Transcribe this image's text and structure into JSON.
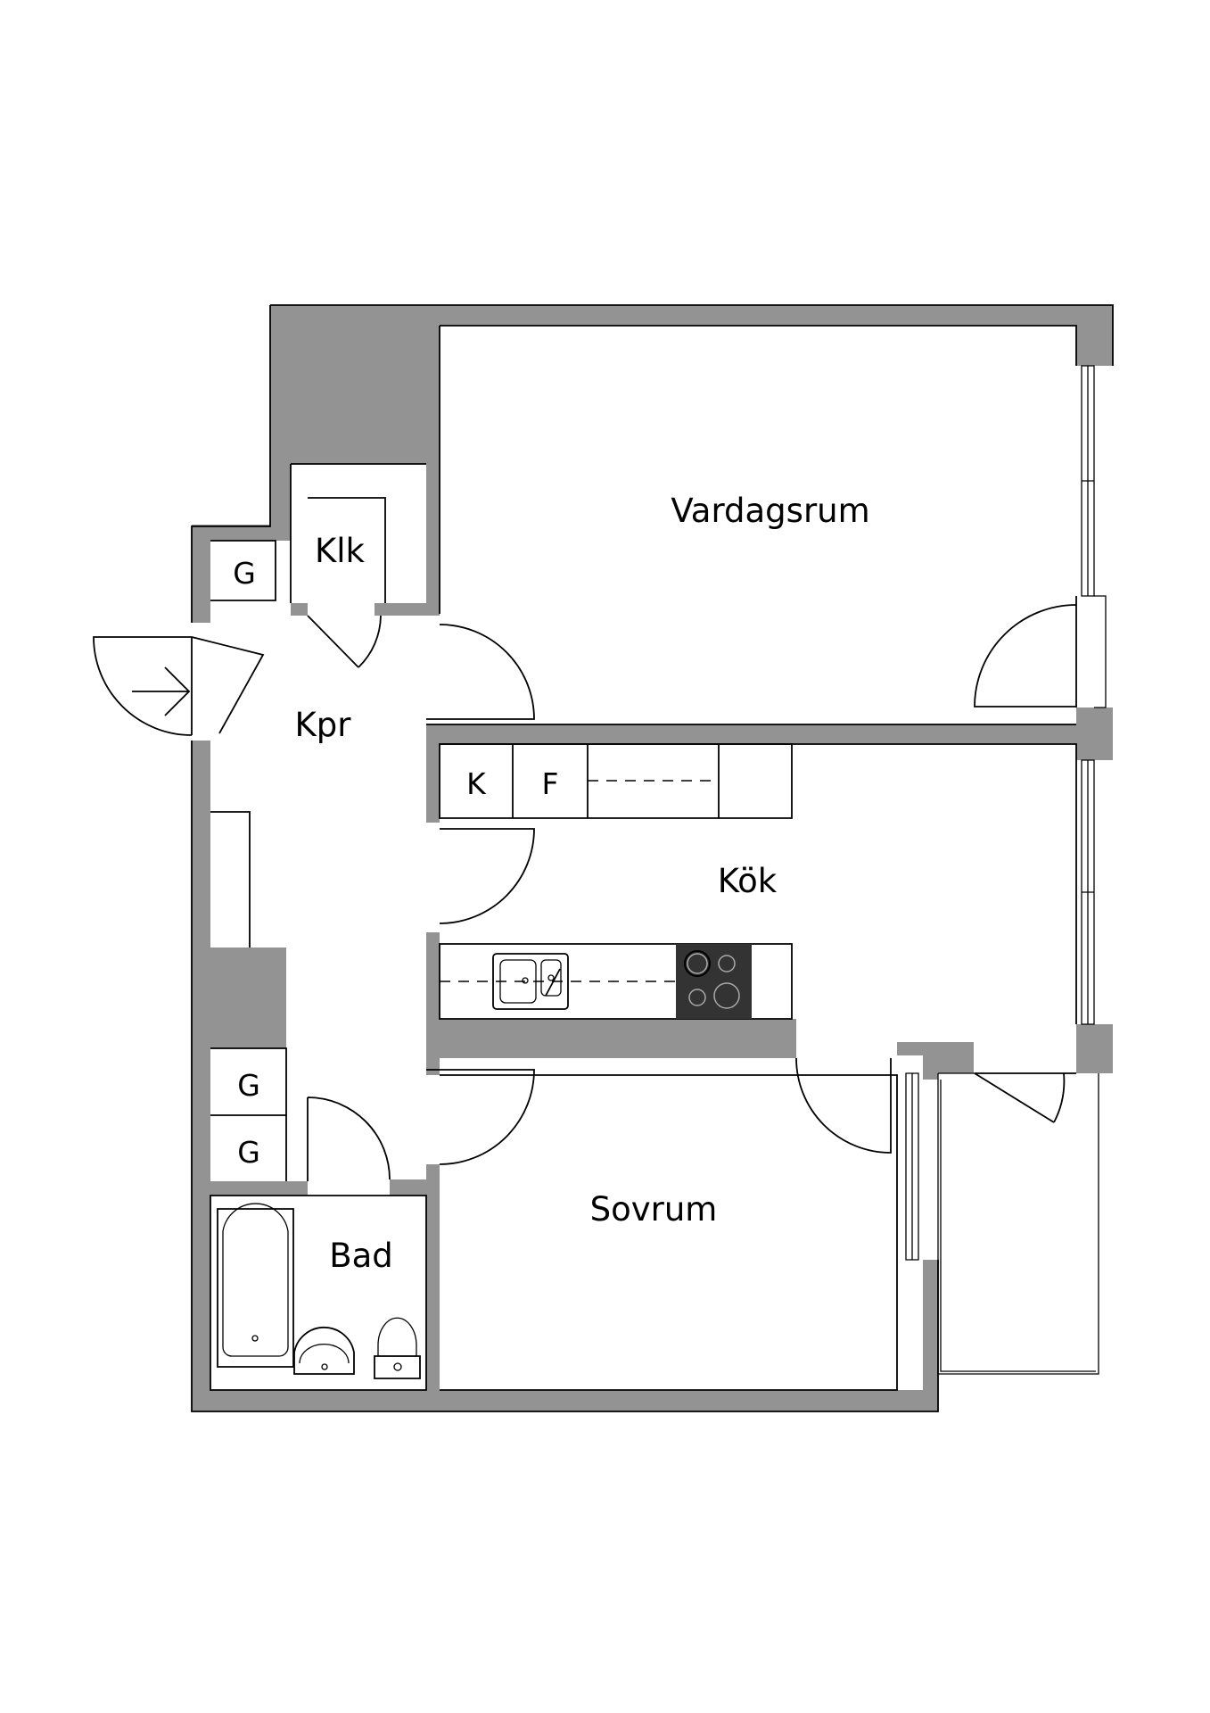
{
  "rooms": {
    "vardagsrum": "Vardagsrum",
    "kok": "Kök",
    "sovrum": "Sovrum",
    "kpr": "Kpr",
    "klk": "Klk",
    "bad": "Bad"
  },
  "fixtures": {
    "g_top": "G",
    "g_mid": "G",
    "g_low": "G",
    "k": "K",
    "f": "F"
  },
  "colors": {
    "wall": "#939393",
    "line": "#000000",
    "background": "#ffffff"
  }
}
